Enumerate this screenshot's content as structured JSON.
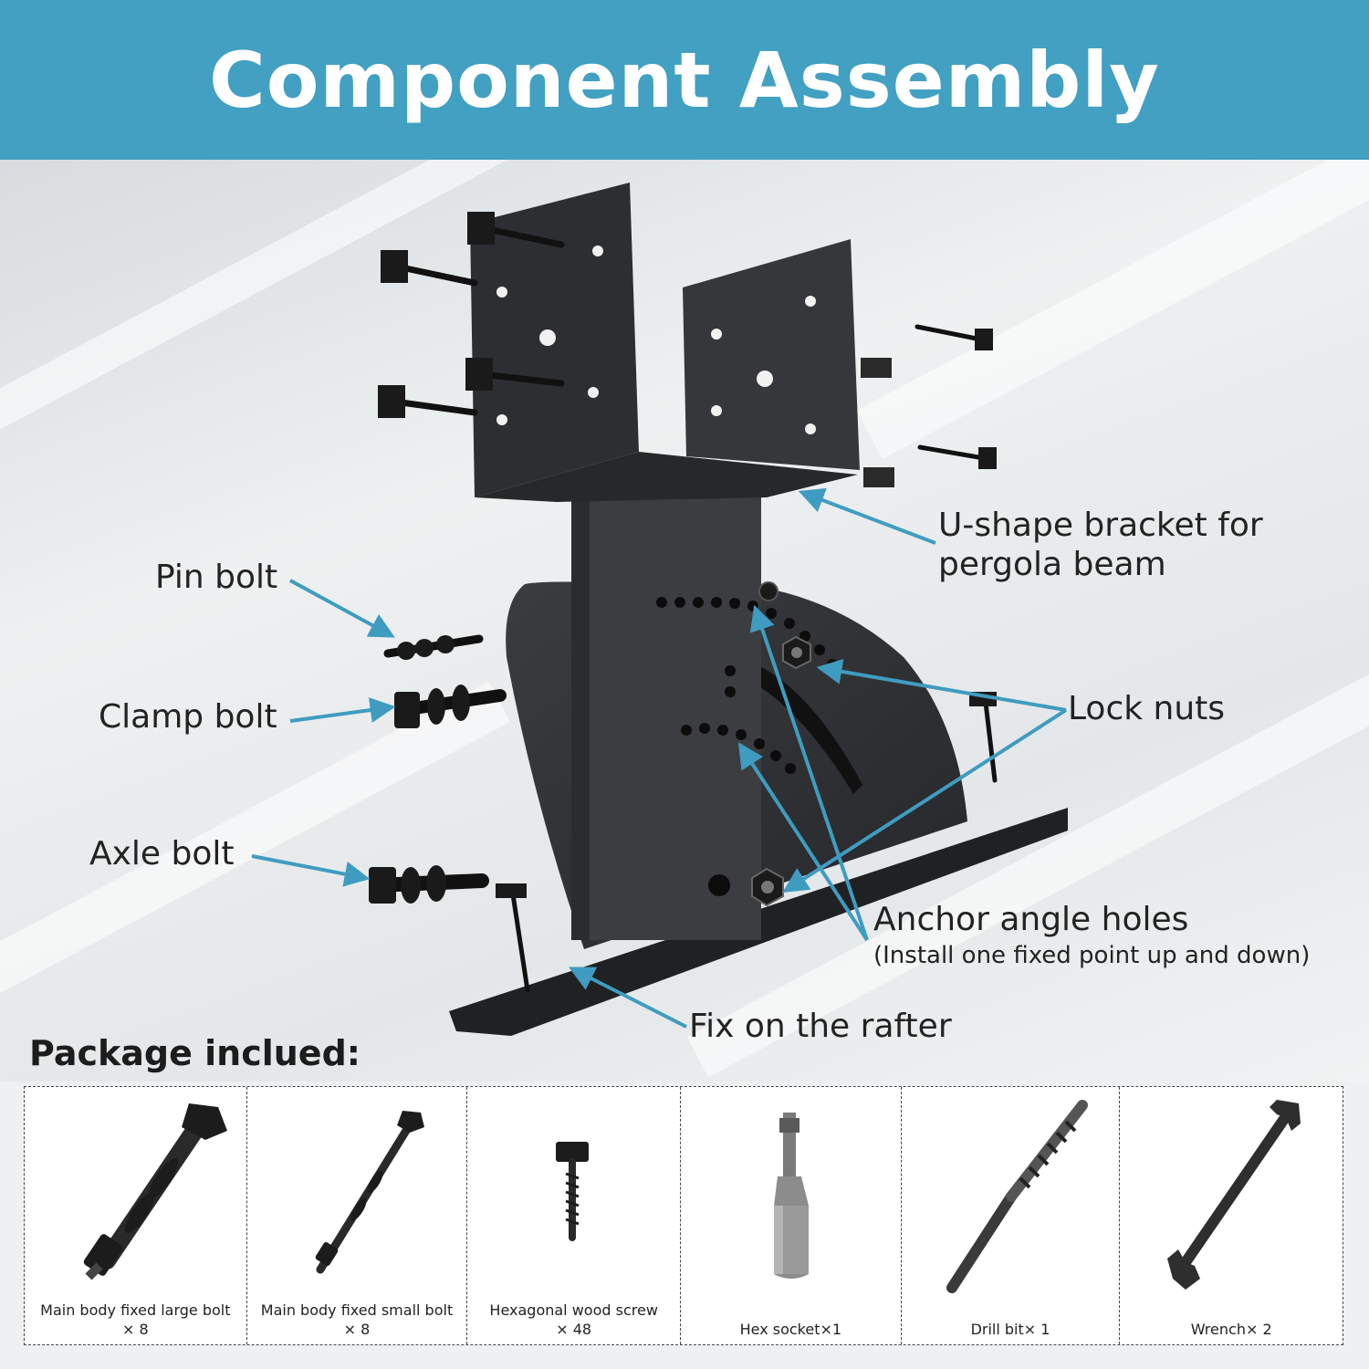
{
  "header": {
    "title": "Component Assembly"
  },
  "labels": {
    "u_bracket_line1": "U-shape bracket for",
    "u_bracket_line2": "pergola beam",
    "pin_bolt": "Pin bolt",
    "clamp_bolt": "Clamp bolt",
    "axle_bolt": "Axle bolt",
    "lock_nuts": "Lock nuts",
    "anchor_angle_holes": "Anchor angle holes",
    "anchor_note": "(Install one fixed point up and down)",
    "fix_on_rafter": "Fix on the rafter"
  },
  "package": {
    "title": "Package inclued:",
    "items": [
      {
        "name": "Main body fixed large bolt",
        "qty": "× 8",
        "icon": "large-bolt-icon"
      },
      {
        "name": "Main body fixed small bolt",
        "qty": "× 8",
        "icon": "small-bolt-icon"
      },
      {
        "name": "Hexagonal wood screw",
        "qty": "× 48",
        "icon": "wood-screw-icon"
      },
      {
        "name": "Hex socket×1",
        "qty": "",
        "icon": "hex-socket-icon"
      },
      {
        "name": "Drill bit× 1",
        "qty": "",
        "icon": "drill-bit-icon"
      },
      {
        "name": "Wrench× 2",
        "qty": "",
        "icon": "wrench-icon"
      }
    ]
  },
  "colors": {
    "header_bg": "#42a0c2",
    "arrow": "#3f9cc0",
    "bracket": "#2f3134"
  }
}
